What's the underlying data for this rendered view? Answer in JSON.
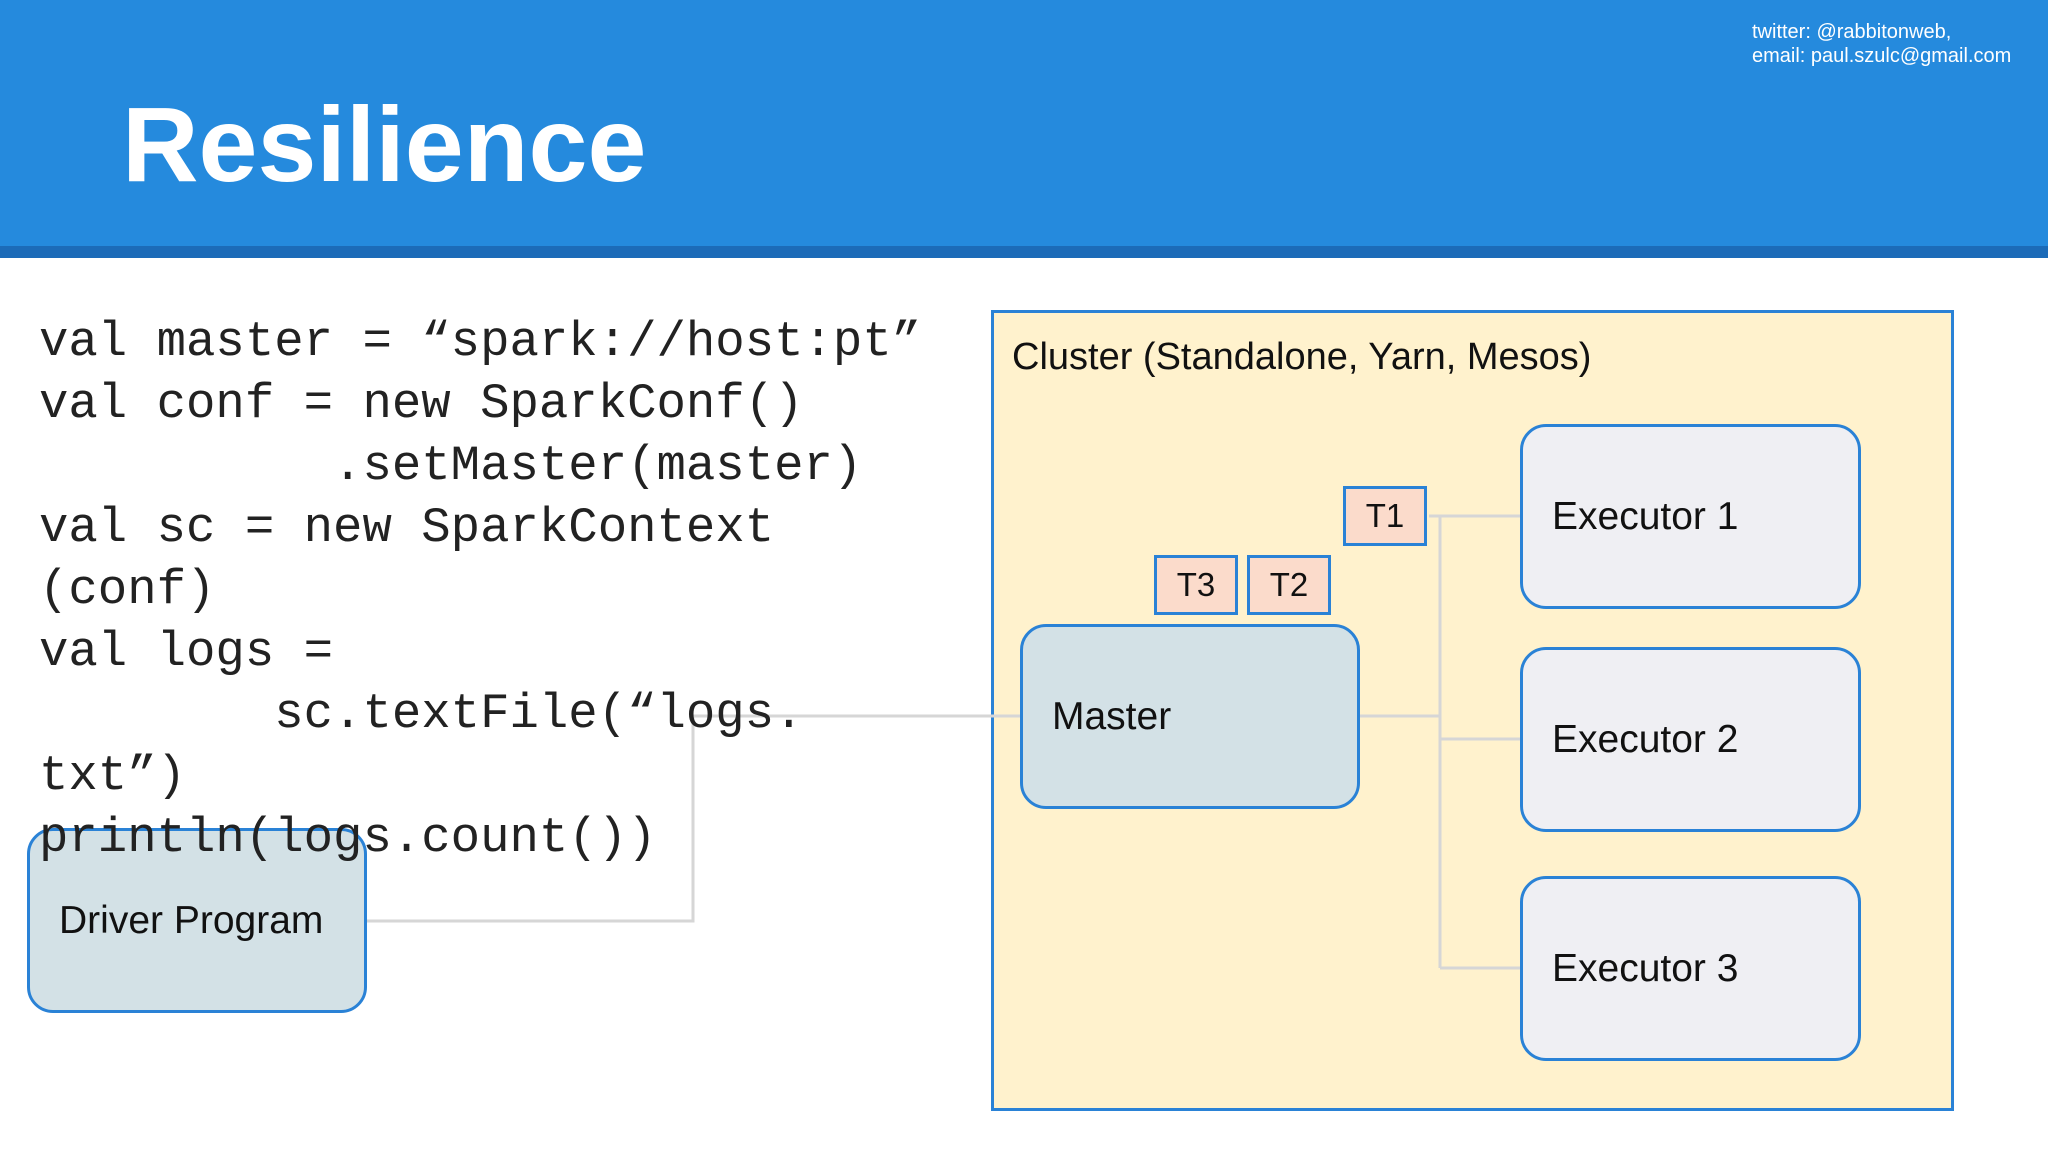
{
  "slide": {
    "title": "Resilience",
    "contact": {
      "twitter": "twitter: @rabbitonweb,",
      "email": "email: paul.szulc@gmail.com"
    }
  },
  "code_lines": [
    "val master = “spark://host:pt”",
    "val conf = new SparkConf()",
    "          .setMaster(master)",
    "val sc = new SparkContext",
    "(conf)",
    "val logs =",
    "        sc.textFile(“logs.",
    "txt”)",
    "println(logs.count())"
  ],
  "diagram": {
    "driver": "Driver Program",
    "cluster_label": "Cluster (Standalone, Yarn, Mesos)",
    "master": "Master",
    "tasks": [
      "T1",
      "T2",
      "T3"
    ],
    "executors": [
      "Executor 1",
      "Executor 2",
      "Executor 3"
    ]
  },
  "colors": {
    "header": "#258add",
    "box_border": "#2a82d6",
    "cluster_fill": "#fff2cd",
    "task_fill": "#fbdbcb",
    "node_fill": "#d3e1e6",
    "executor_fill": "#efeff3"
  }
}
